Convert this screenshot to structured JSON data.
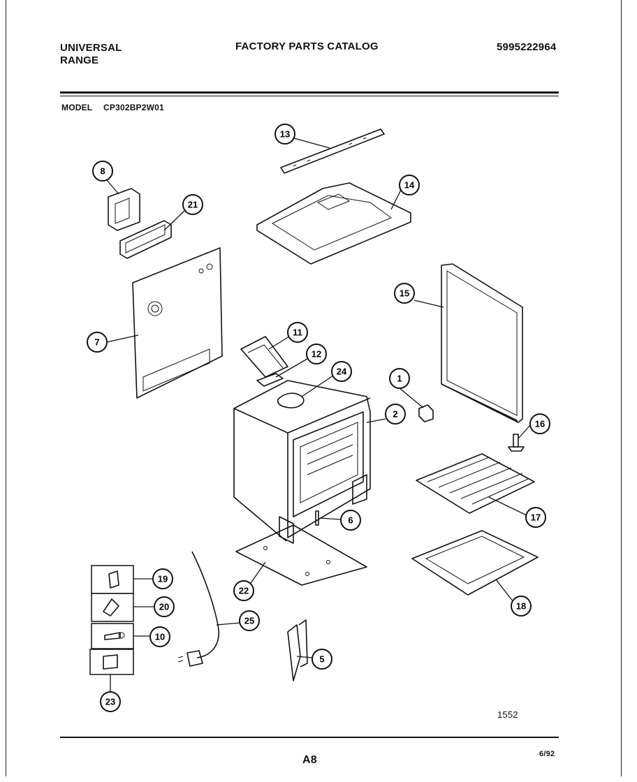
{
  "header": {
    "brand_line1": "UNIVERSAL",
    "brand_line2": "RANGE",
    "title": "FACTORY PARTS CATALOG",
    "catalog_number": "5995222964",
    "model_label": "MODEL",
    "model_number": "CP302BP2W01"
  },
  "callouts": [
    "1",
    "2",
    "5",
    "6",
    "7",
    "8",
    "10",
    "11",
    "12",
    "13",
    "14",
    "15",
    "16",
    "17",
    "18",
    "19",
    "20",
    "21",
    "22",
    "23",
    "24",
    "25"
  ],
  "footer": {
    "drawing_number": "1552",
    "page": "A8",
    "date": "6/92"
  }
}
